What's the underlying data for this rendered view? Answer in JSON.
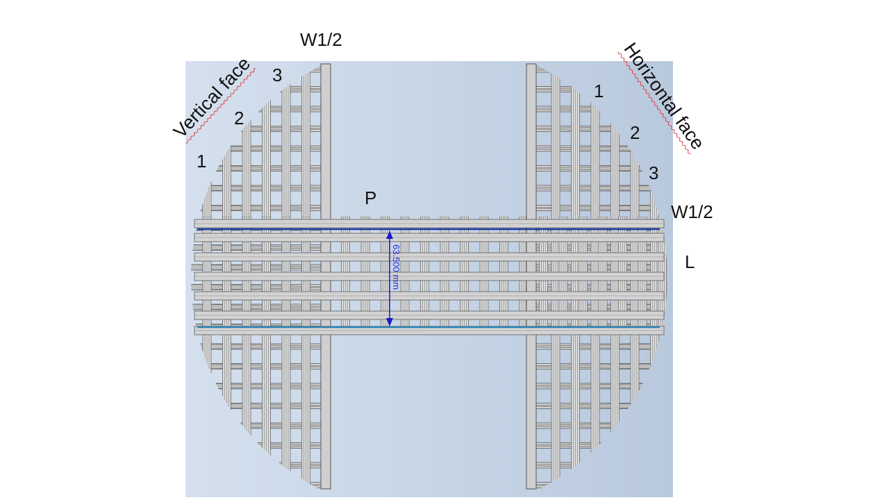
{
  "labels": {
    "vertical_face": "Vertical face",
    "horizontal_face": "Horizontal face",
    "w_half_top": "W1/2",
    "w_half_right": "W1/2",
    "p": "P",
    "l": "L",
    "left_rows": [
      "1",
      "2",
      "3"
    ],
    "right_rows": [
      "1",
      "2",
      "3"
    ]
  },
  "dimension": {
    "text": "63.500 mm"
  },
  "colors": {
    "background_panel": "#c9d6e6",
    "metal_fill": "#d3d3d3",
    "metal_stroke": "#5a5a5a",
    "dimension_line": "#1a1acc",
    "section_line_top": "#1f3fa6",
    "section_line_bottom": "#2a7fb0",
    "wavy_underline": "#e23a3a"
  }
}
